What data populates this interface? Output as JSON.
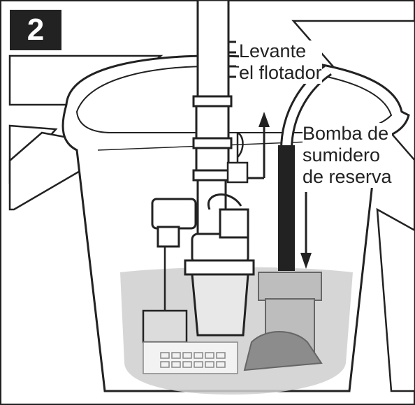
{
  "step_number": "2",
  "labels": {
    "lift_float": [
      "Levante",
      "el flotador"
    ],
    "backup_pump": [
      "Bomba de",
      "sumidero",
      "de reserva"
    ]
  },
  "colors": {
    "ink": "#222222",
    "water": "#c8c8c8",
    "water_dark": "#9a9a9a",
    "background": "#ffffff"
  }
}
